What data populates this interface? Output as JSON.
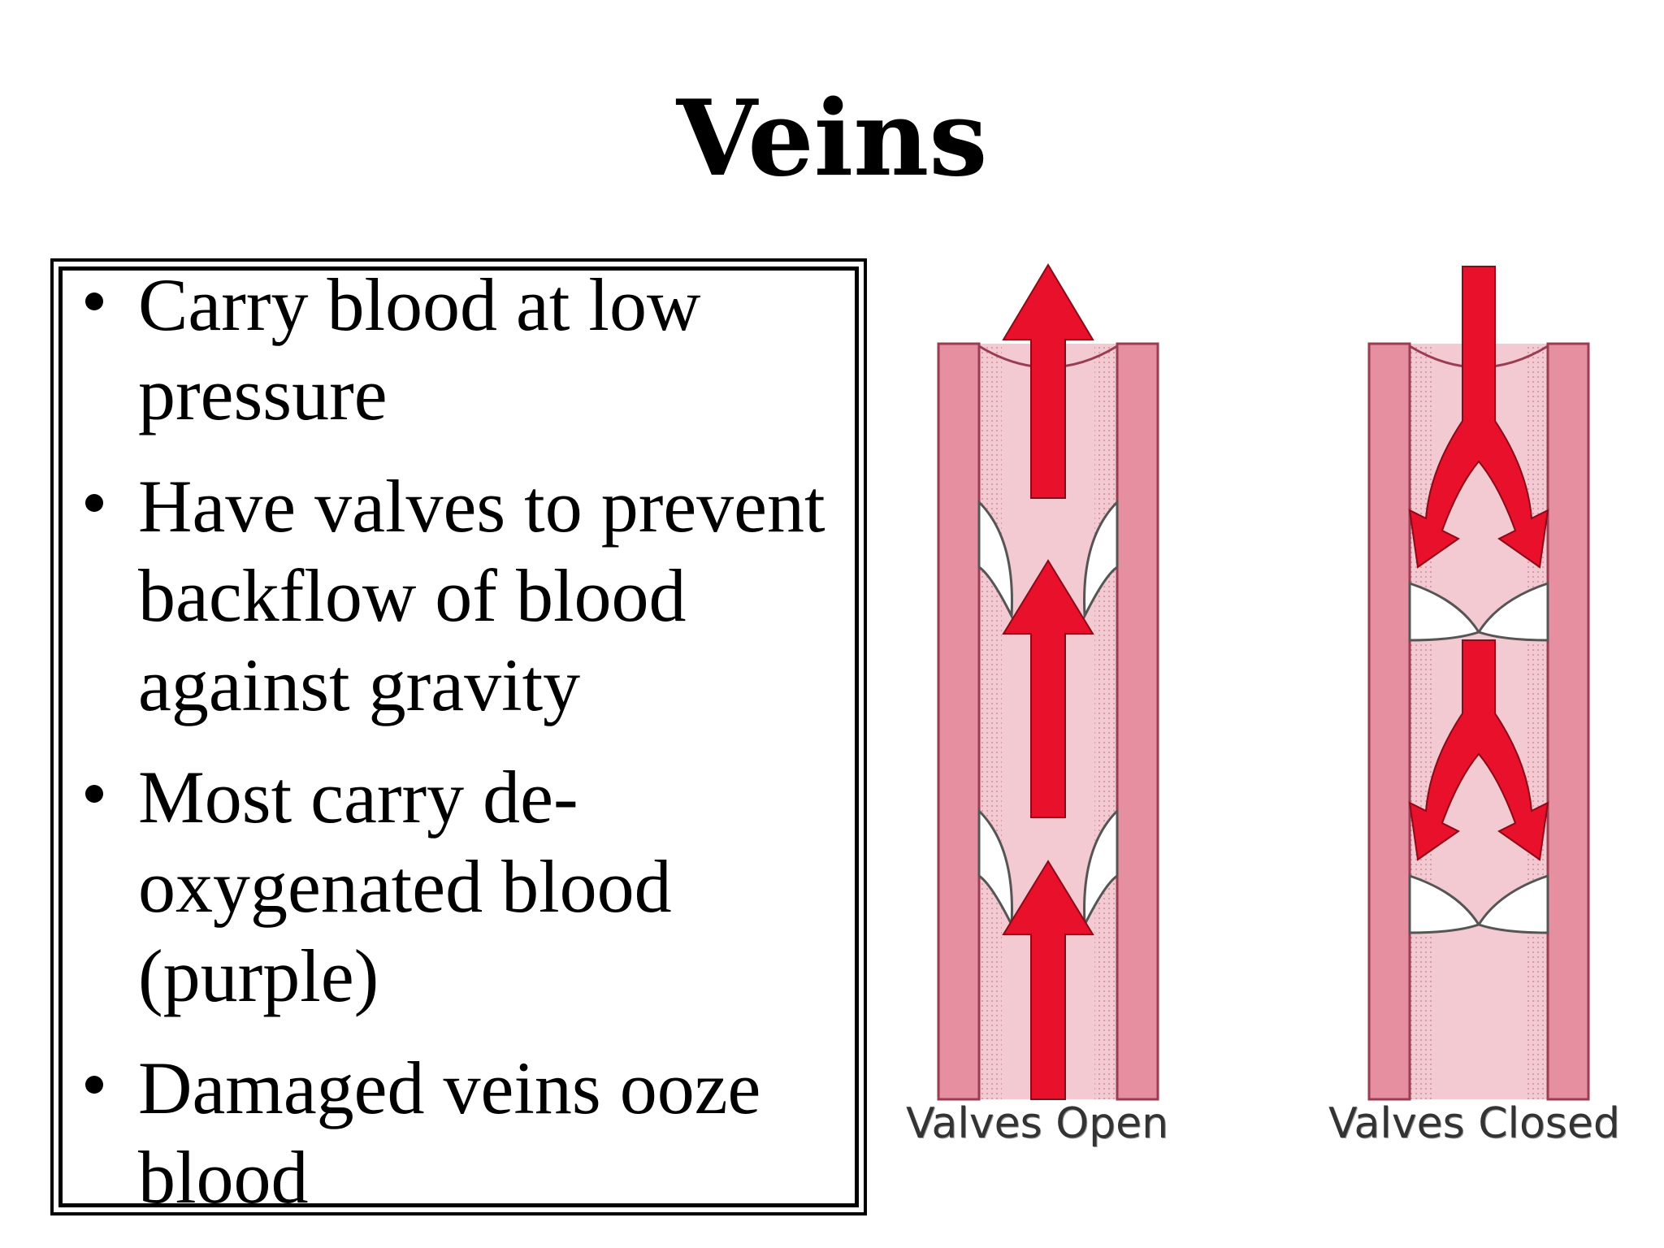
{
  "title": "Veins",
  "bullets": [
    "Carry blood at low pressure",
    "Have valves to prevent backflow of blood against gravity",
    "Most carry de-oxygenated blood (purple)",
    "Damaged veins ooze blood"
  ],
  "diagram": {
    "left_label": "Valves Open",
    "right_label": "Valves Closed",
    "colors": {
      "vein_wall": "#e58fa0",
      "lumen": "#f3c9d2",
      "arrow": "#e8102a",
      "valve": "#ffffff"
    }
  }
}
